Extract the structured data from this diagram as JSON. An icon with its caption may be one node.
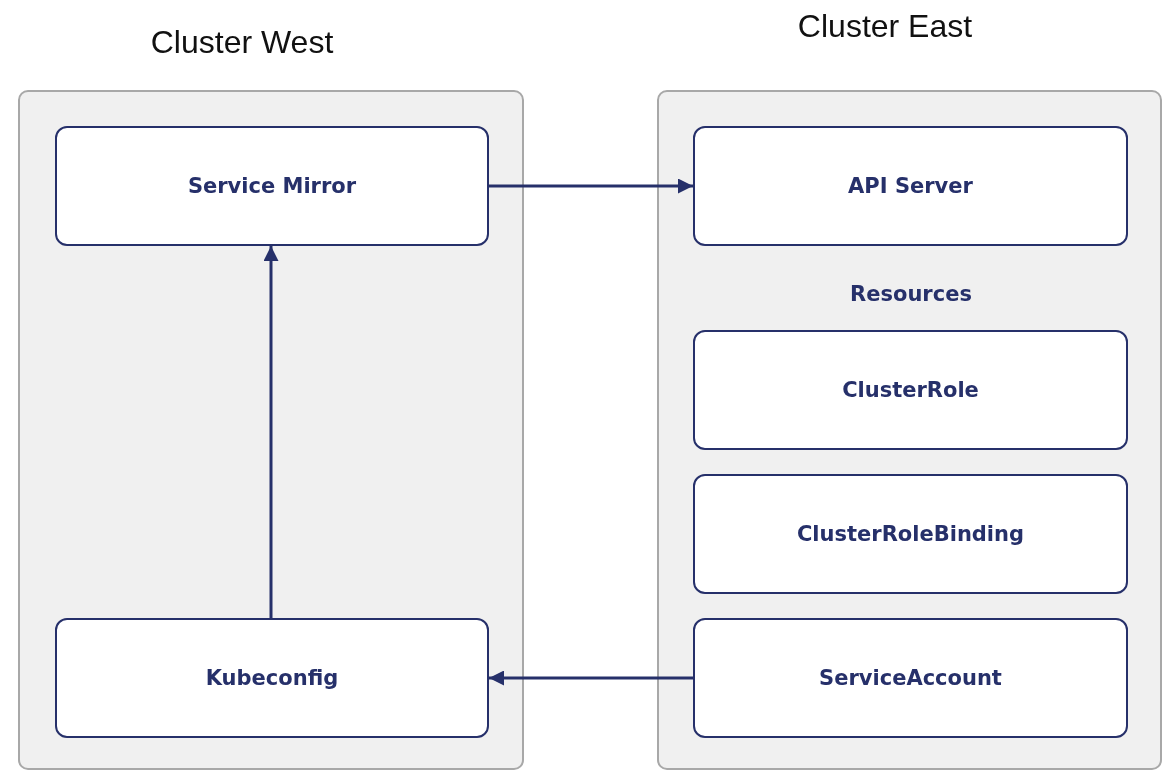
{
  "diagram": {
    "nodes": [
      {
        "text": [
          "Cluster West"
        ]
      },
      {
        "text": [
          "Service Mirror"
        ],
        "in": 0
      },
      {
        "text": [
          "Kubeconfig"
        ],
        "in": 0
      },
      {
        "text": [
          "Cluster East"
        ]
      },
      {
        "text": [
          "API Server"
        ],
        "in": 3
      },
      {
        "text": [
          "ClusterRole"
        ],
        "in": 3
      },
      {
        "text": [
          "ClusterRoleBinding"
        ],
        "in": 3
      },
      {
        "text": [
          "ServiceAccount"
        ],
        "in": 3
      }
    ],
    "edges": [
      {
        "from": 1,
        "to": 4,
        "arrow": "to"
      },
      {
        "from": 2,
        "to": 1,
        "arrow": "to"
      },
      {
        "from": 7,
        "to": 2,
        "arrow": "to"
      }
    ],
    "labels": [
      "Resources"
    ]
  }
}
